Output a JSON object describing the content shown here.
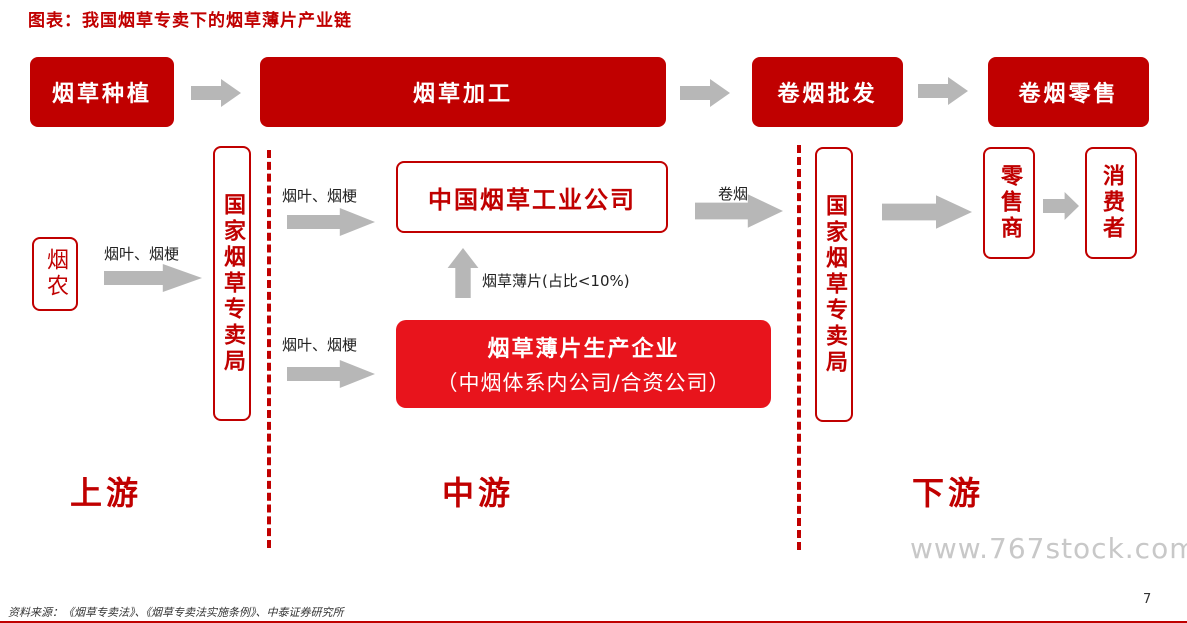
{
  "title": "图表：我国烟草专卖下的烟草薄片产业链",
  "stages": {
    "planting": "烟草种植",
    "processing": "烟草加工",
    "wholesale": "卷烟批发",
    "retail": "卷烟零售"
  },
  "nodes": {
    "farmer": "烟农",
    "monopoly_left": "国家烟草专卖局",
    "cnt_industry": "中国烟草工业公司",
    "sheet_company_line1": "烟草薄片生产企业",
    "sheet_company_line2": "（中烟体系内公司/合资公司）",
    "monopoly_right": "国家烟草专卖局",
    "retailer": "零售商",
    "consumer": "消费者"
  },
  "edge_labels": {
    "farmer_to_monopoly": "烟叶、烟梗",
    "monopoly_to_cnt": "烟叶、烟梗",
    "monopoly_to_sheet": "烟叶、烟梗",
    "sheet_to_cnt": "烟草薄片(占比<10%)",
    "cnt_to_monopoly": "卷烟"
  },
  "tiers": {
    "upstream": "上游",
    "midstream": "中游",
    "downstream": "下游"
  },
  "watermark": "www.767stock.com",
  "source": "资料来源：《烟草专卖法》、《烟草专卖法实施条例》、中泰证券研究所",
  "page_number": "7",
  "colors": {
    "accent": "#c00000",
    "bright_red": "#e8141c",
    "arrow_gray": "#b7b7b7"
  }
}
